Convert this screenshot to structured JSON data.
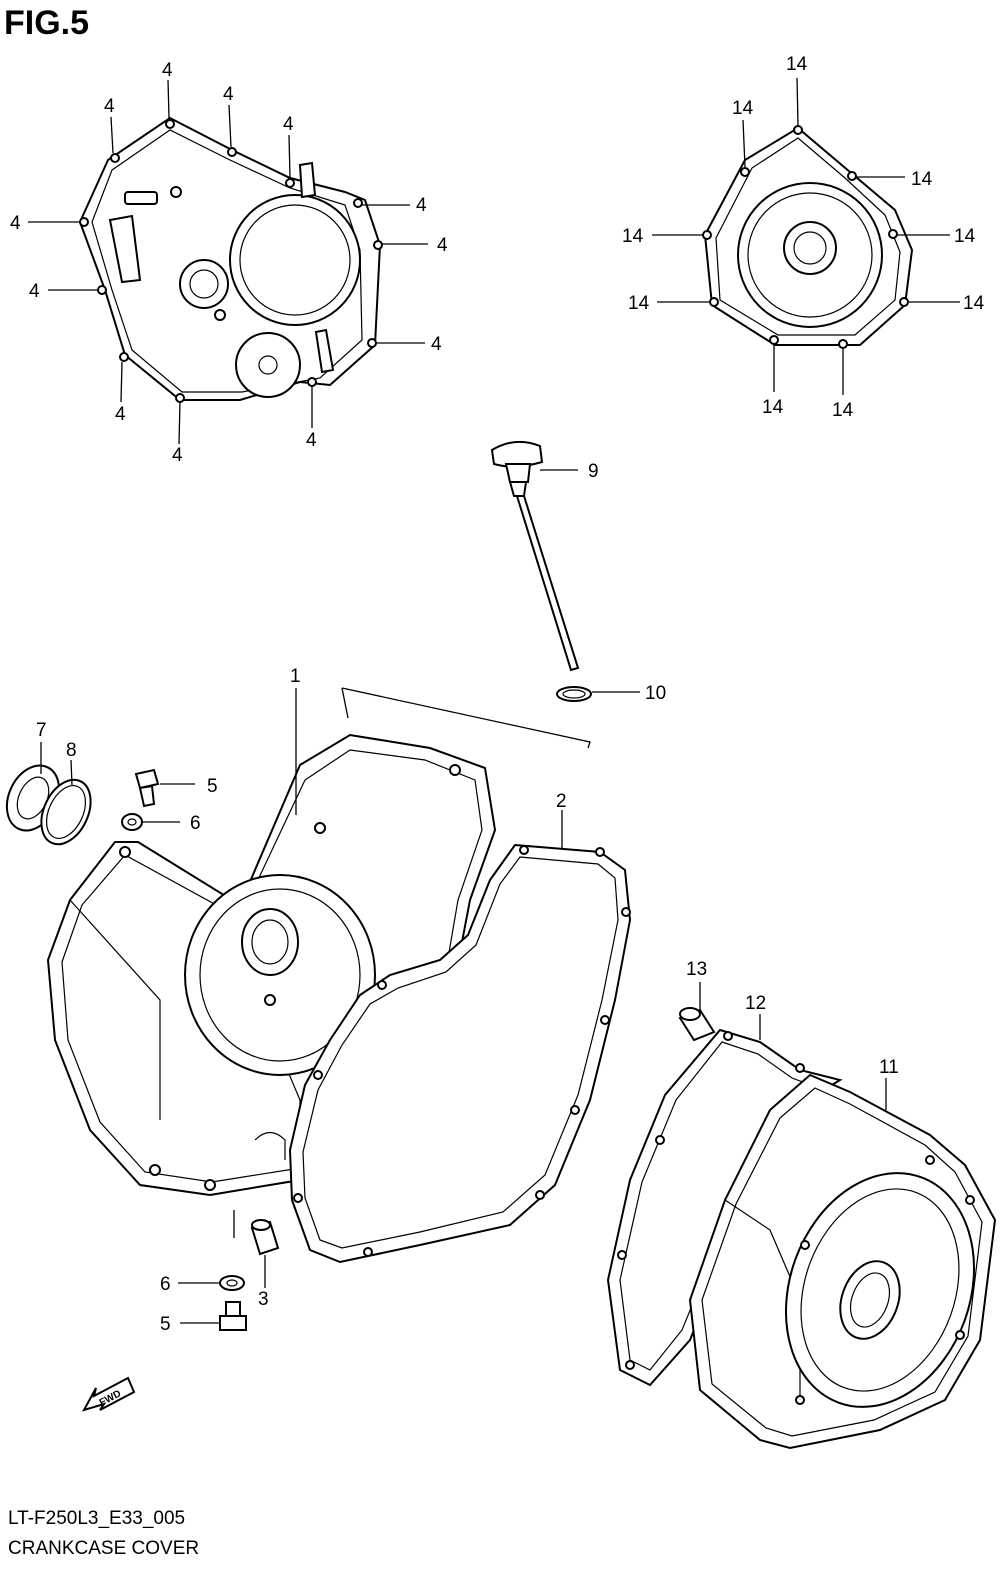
{
  "figure": {
    "title": "FIG.5"
  },
  "footer": {
    "code": "LT-F250L3_E33_005",
    "name": "CRANKCASE COVER"
  },
  "callouts": {
    "c1": "1",
    "c2": "2",
    "c3": "3",
    "c4": "4",
    "c5": "5",
    "c6": "6",
    "c7": "7",
    "c8": "8",
    "c9": "9",
    "c10": "10",
    "c11": "11",
    "c12": "12",
    "c13": "13",
    "c14": "14"
  },
  "fwd_label": "FWD"
}
